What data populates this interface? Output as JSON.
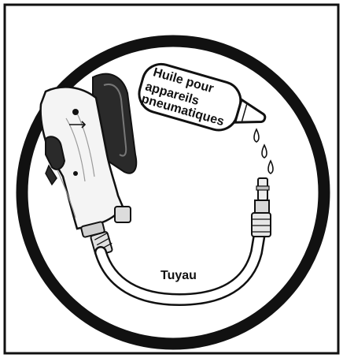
{
  "figure": {
    "labels": {
      "oil_line1": "Huile pour",
      "oil_line2": "appareils",
      "oil_line3": "pneumatiques",
      "hose": "Tuyau"
    },
    "colors": {
      "ink": "#111111",
      "paper": "#ffffff",
      "grip": "#2a2a2a"
    },
    "icons": {
      "tool": "air-tool-icon",
      "oil_can": "oil-bottle-icon",
      "drops": "oil-drop-icon",
      "hose": "air-hose-icon",
      "fitting": "coupler-fitting-icon"
    }
  }
}
